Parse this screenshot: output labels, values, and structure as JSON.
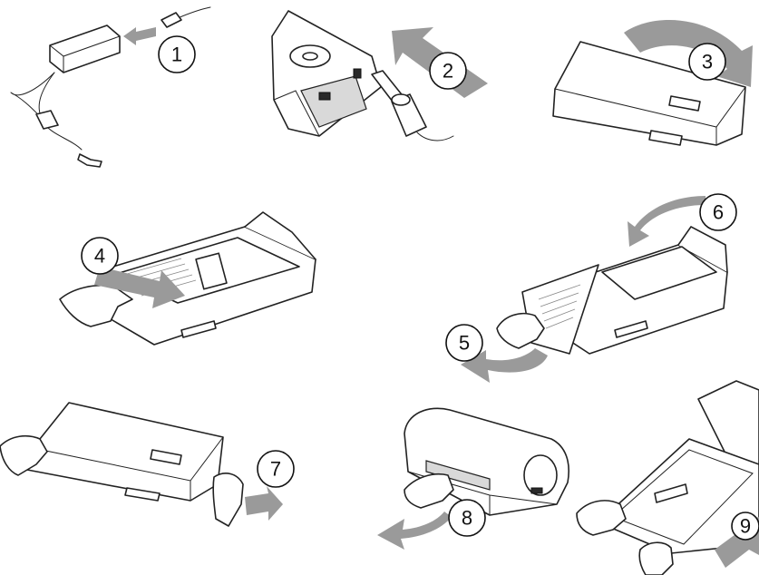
{
  "steps": [
    {
      "label": "1"
    },
    {
      "label": "2"
    },
    {
      "label": "3"
    },
    {
      "label": "4"
    },
    {
      "label": "5"
    },
    {
      "label": "6"
    },
    {
      "label": "7"
    },
    {
      "label": "8"
    },
    {
      "label": "9"
    }
  ],
  "colors": {
    "arrow": "#9a9a9a",
    "ink": "#222222",
    "background": "#ffffff"
  }
}
